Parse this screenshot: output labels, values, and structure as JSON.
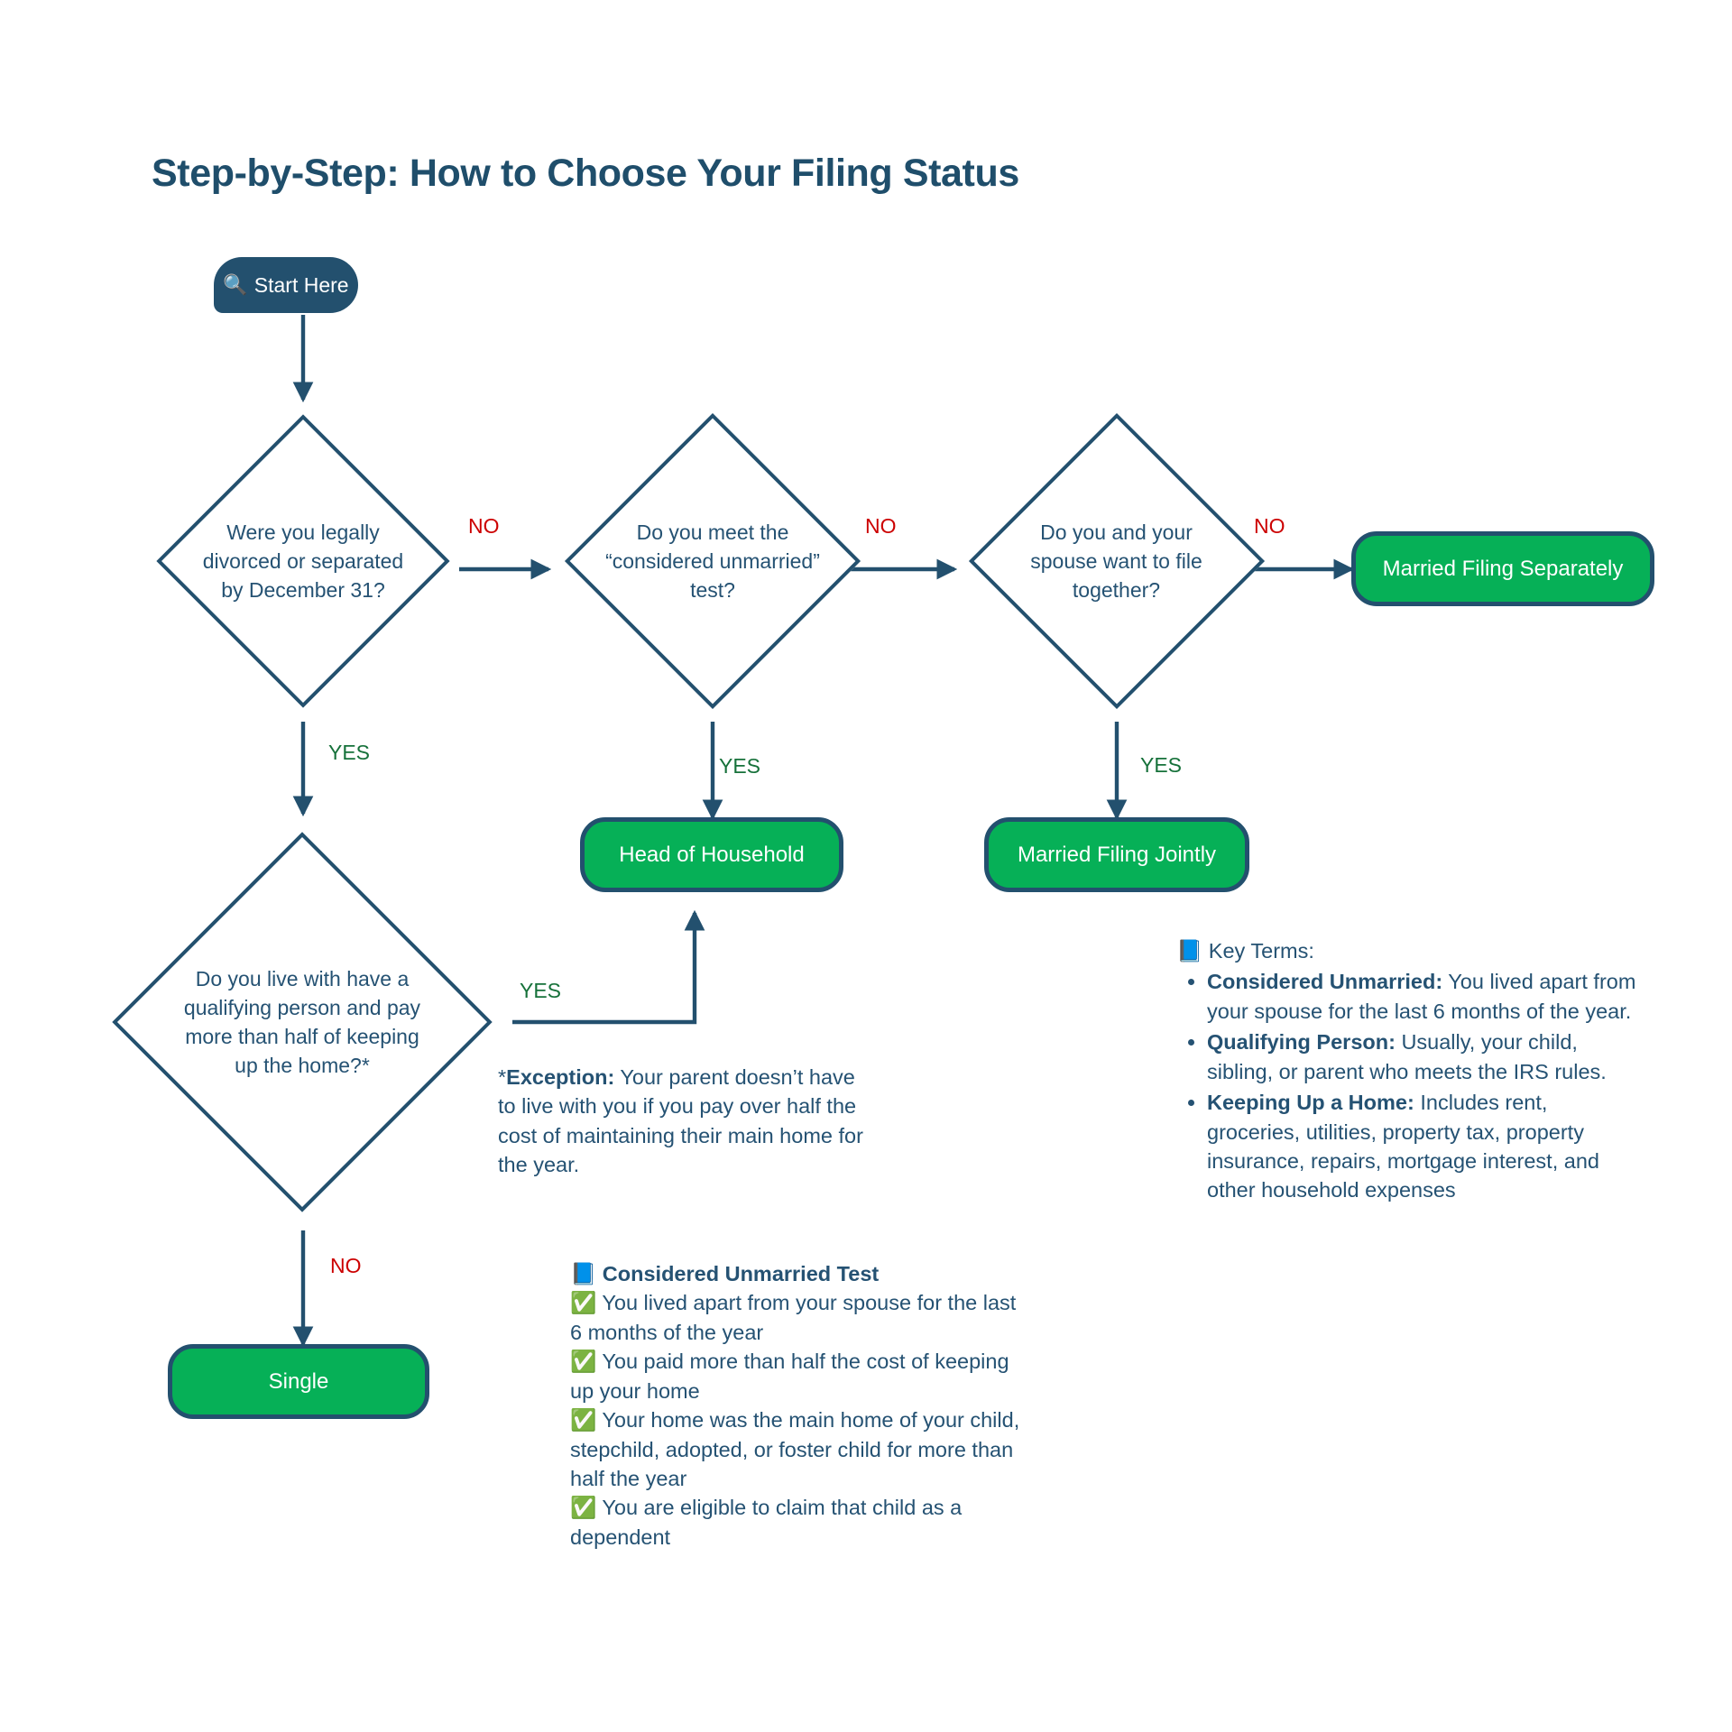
{
  "page": {
    "title": "Step-by-Step: How to Choose Your Filing Status",
    "background": "#ffffff"
  },
  "colors": {
    "dark_blue": "#23506e",
    "text_blue": "#255273",
    "green_fill": "#06B057",
    "yes_green": "#16713a",
    "no_red": "#cc0000",
    "check_green": "#7cb342"
  },
  "start": {
    "icon": "magnifier-icon",
    "icon_glyph": "🔍",
    "label": "Start Here"
  },
  "decisions": [
    {
      "id": "divorced",
      "text": "Were you legally divorced or separated by December 31?"
    },
    {
      "id": "considered-unmarried",
      "text": "Do you meet the “considered unmarried” test?"
    },
    {
      "id": "file-together",
      "text": "Do you and your spouse want to file together?"
    },
    {
      "id": "qualifying-person",
      "text": "Do you live with have a qualifying person and pay more than half of keeping up the home?*"
    }
  ],
  "results": [
    {
      "id": "mfs",
      "label": "Married Filing Separately"
    },
    {
      "id": "hoh",
      "label": "Head of Household"
    },
    {
      "id": "mfj",
      "label": "Married Filing Jointly"
    },
    {
      "id": "single",
      "label": "Single"
    }
  ],
  "edges": [
    {
      "id": "divorced-no",
      "label": "NO",
      "kind": "no"
    },
    {
      "id": "divorced-yes",
      "label": "YES",
      "kind": "yes"
    },
    {
      "id": "unmarried-no",
      "label": "NO",
      "kind": "no"
    },
    {
      "id": "unmarried-yes",
      "label": "YES",
      "kind": "yes"
    },
    {
      "id": "together-no",
      "label": "NO",
      "kind": "no"
    },
    {
      "id": "together-yes",
      "label": "YES",
      "kind": "yes"
    },
    {
      "id": "qualifying-yes",
      "label": "YES",
      "kind": "yes"
    },
    {
      "id": "qualifying-no",
      "label": "NO",
      "kind": "no"
    }
  ],
  "exception_note": {
    "marker": "*",
    "label": "Exception:",
    "body": " Your parent doesn’t have to live with you if you pay over half the cost of maintaining their main home for the year."
  },
  "checklist": {
    "icon": "book-icon",
    "icon_glyph": "📘",
    "heading": "Considered Unmarried Test",
    "check_glyph": "✅",
    "items": [
      "You lived apart from your spouse for the last 6 months of the year",
      "You paid more than half the cost of keeping up your home",
      "Your home was the main home of your child, stepchild, adopted, or foster child for more than half the year",
      "You are eligible to claim that child as a dependent"
    ]
  },
  "key_terms": {
    "icon": "book-icon",
    "icon_glyph": "📘",
    "heading": "Key Terms:",
    "items": [
      {
        "term": "Considered Unmarried:",
        "def": " You lived apart from your spouse for the last 6 months of the year."
      },
      {
        "term": "Qualifying Person:",
        "def": " Usually, your child, sibling, or parent who meets the IRS rules."
      },
      {
        "term": "Keeping Up a Home:",
        "def": " Includes rent, groceries, utilities, property tax, property insurance, repairs, mortgage interest, and other household expenses"
      }
    ]
  }
}
